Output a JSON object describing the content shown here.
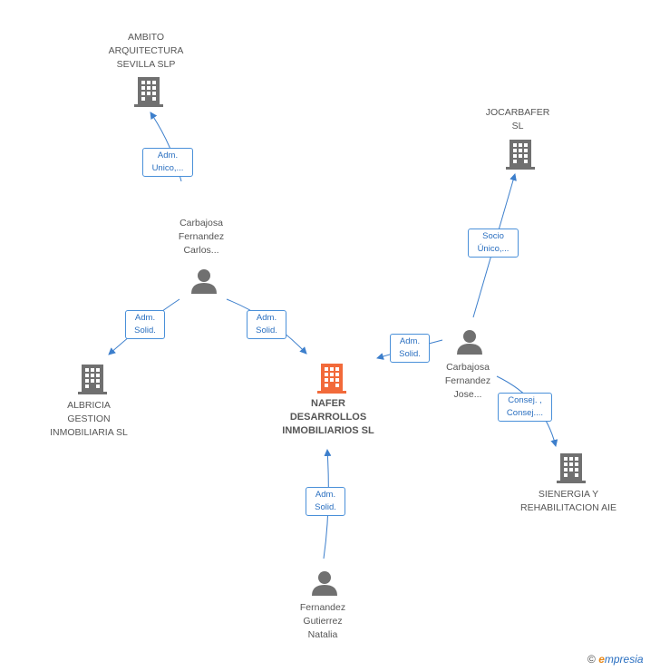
{
  "colors": {
    "edge": "#3d7fcc",
    "building": "#707070",
    "building_main": "#f26a3a",
    "person": "#707070"
  },
  "nodes": {
    "ambito": {
      "line1": "AMBITO",
      "line2": "ARQUITECTURA",
      "line3": "SEVILLA SLP"
    },
    "jocarbafer": {
      "line1": "JOCARBAFER",
      "line2": "SL"
    },
    "carlos": {
      "line1": "Carbajosa",
      "line2": "Fernandez",
      "line3": "Carlos..."
    },
    "albricia": {
      "line1": "ALBRICIA",
      "line2": "GESTION",
      "line3": "INMOBILIARIA SL"
    },
    "nafer": {
      "line1": "NAFER",
      "line2": "DESARROLLOS",
      "line3": "INMOBILIARIOS SL"
    },
    "jose": {
      "line1": "Carbajosa",
      "line2": "Fernandez",
      "line3": "Jose..."
    },
    "sienergia": {
      "line1": "SIENERGIA Y",
      "line2": "REHABILITACION AIE"
    },
    "natalia": {
      "line1": "Fernandez",
      "line2": "Gutierrez",
      "line3": "Natalia"
    }
  },
  "edges": {
    "carlos_ambito": {
      "line1": "Adm.",
      "line2": "Unico,..."
    },
    "carlos_albricia": {
      "line1": "Adm.",
      "line2": "Solid."
    },
    "carlos_nafer": {
      "line1": "Adm.",
      "line2": "Solid."
    },
    "jose_jocarbafer": {
      "line1": "Socio",
      "line2": "Único,..."
    },
    "jose_nafer": {
      "line1": "Adm.",
      "line2": "Solid."
    },
    "jose_sienergia": {
      "line1": "Consej. ,",
      "line2": "Consej...."
    },
    "natalia_nafer": {
      "line1": "Adm.",
      "line2": "Solid."
    }
  },
  "footer": {
    "copyright": "©",
    "brand_initial": "e",
    "brand_rest": "mpresia"
  }
}
